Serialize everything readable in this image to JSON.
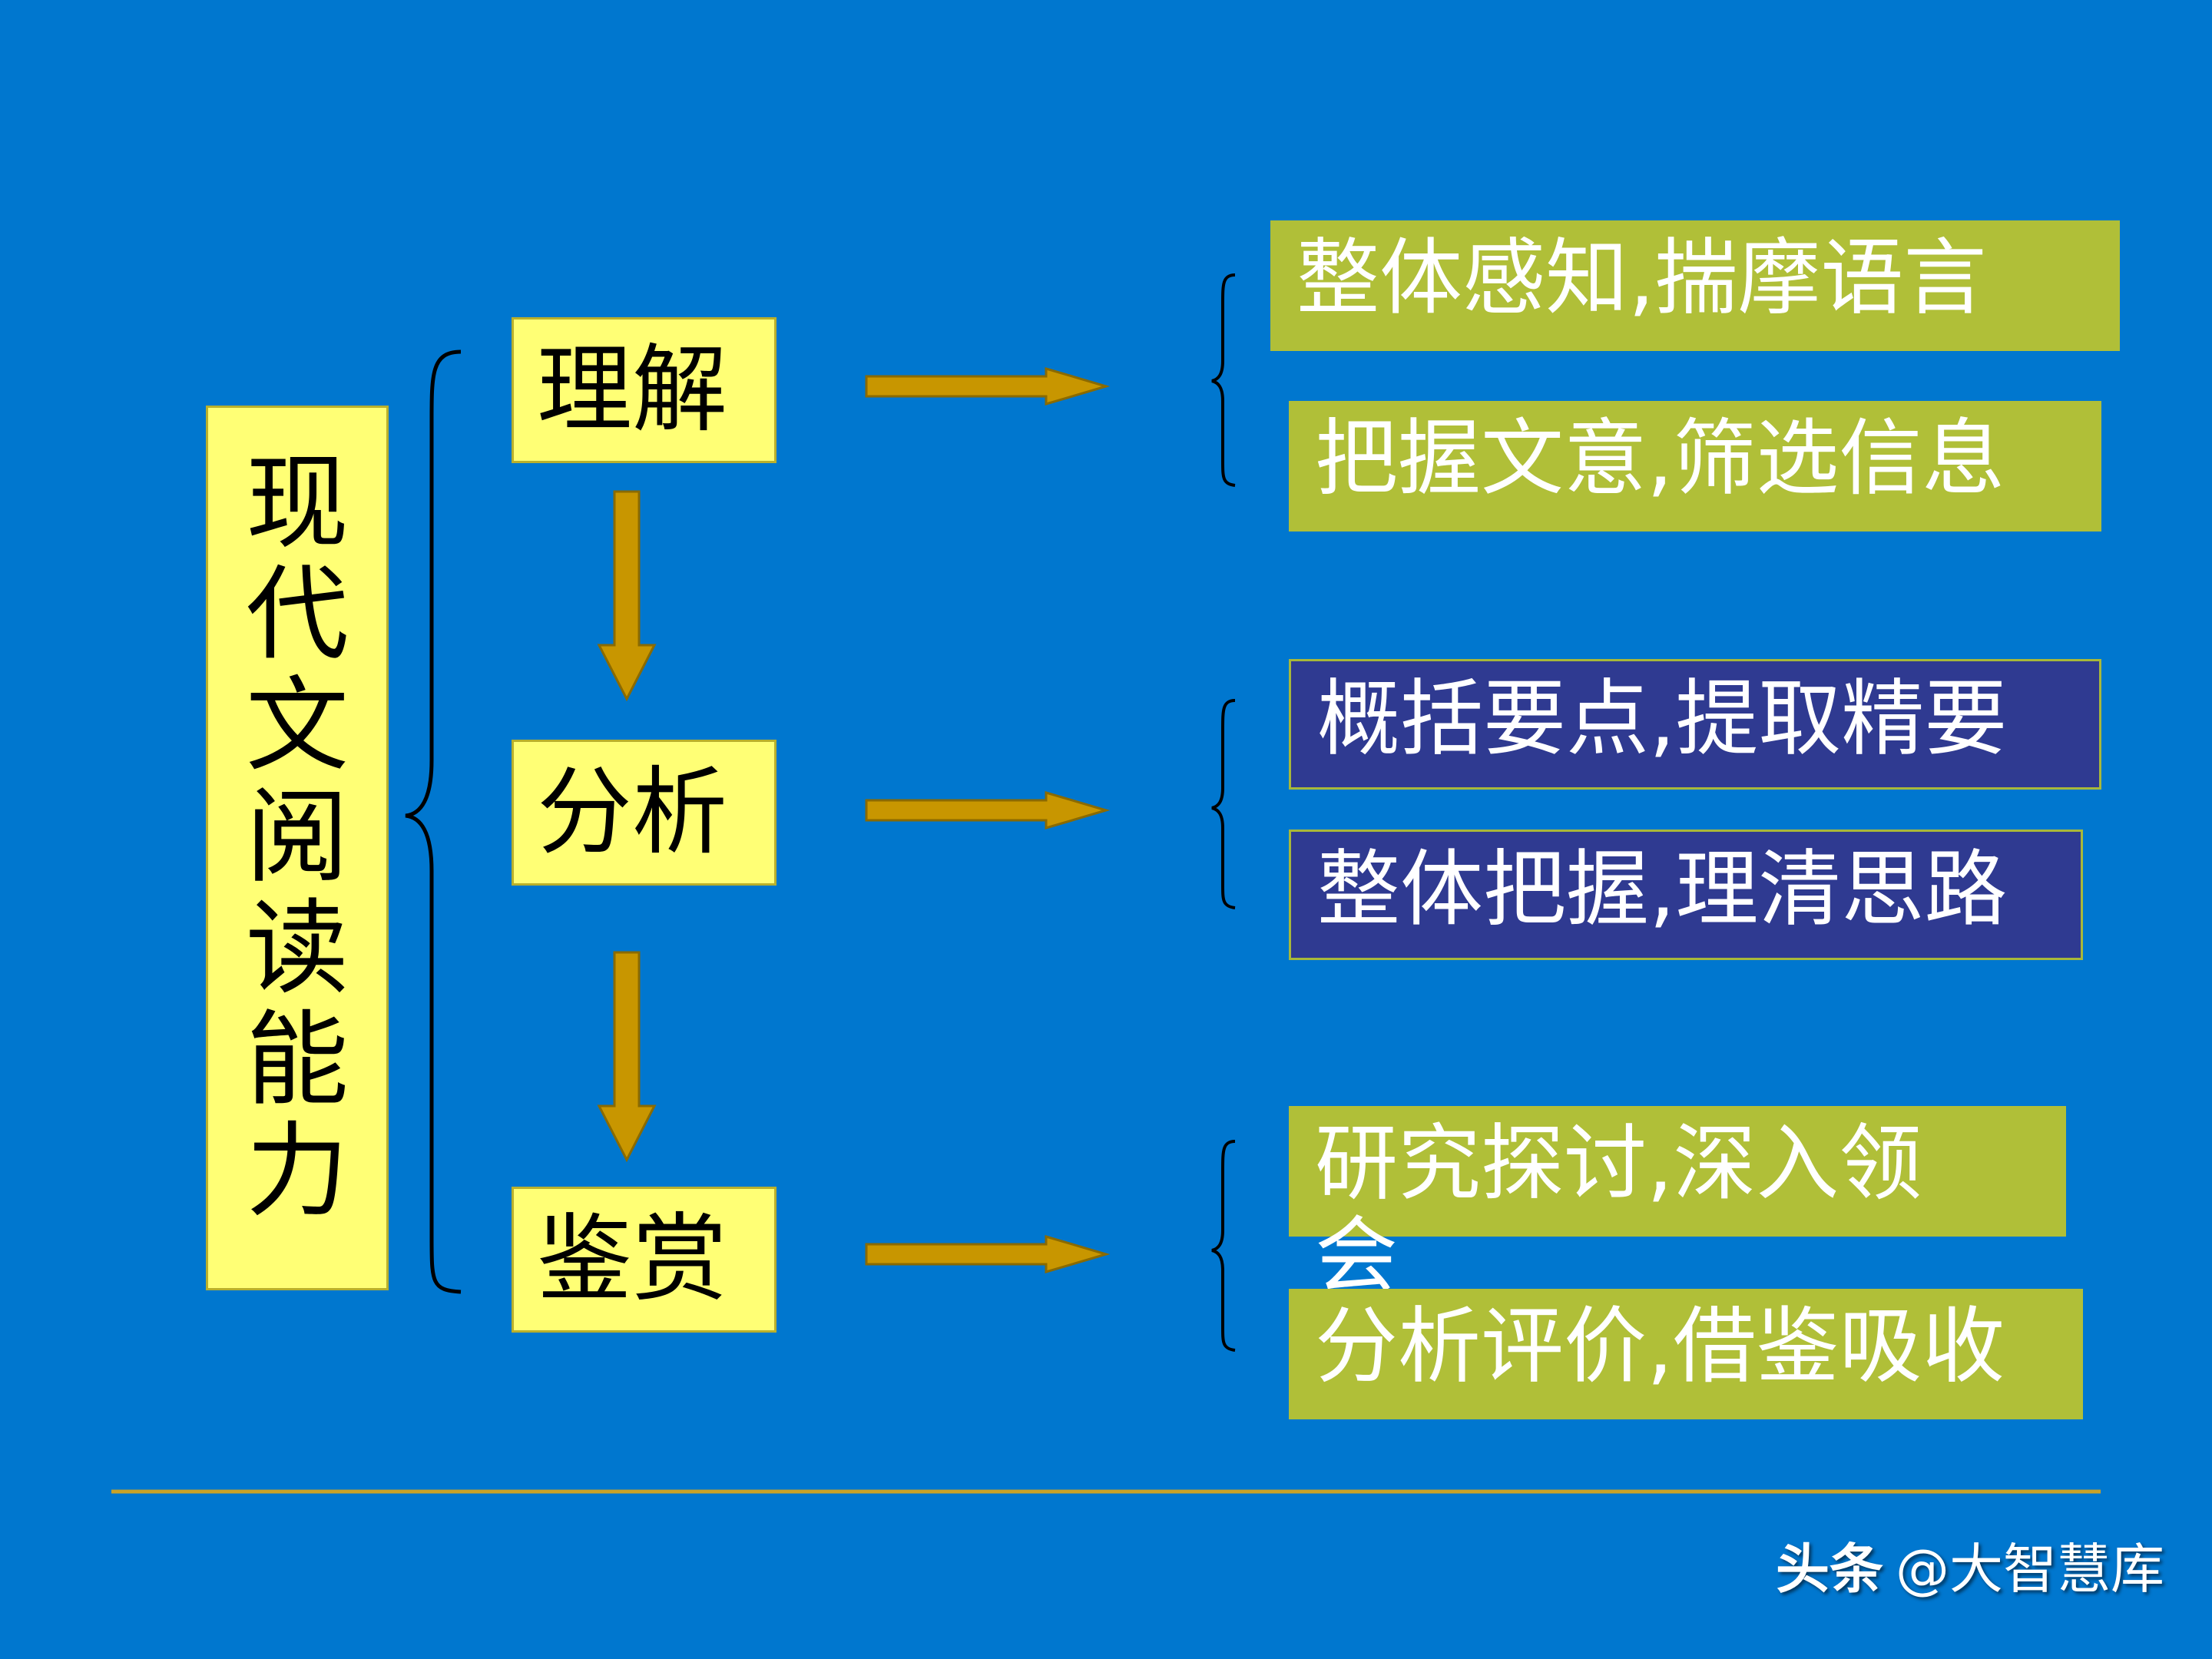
{
  "title": "现代文阅读能力",
  "stages": [
    {
      "label": "理解",
      "items": [
        "整体感知,揣摩语言",
        "把握文意,筛选信息"
      ]
    },
    {
      "label": "分析",
      "items": [
        "概括要点,提取精要",
        "整体把握,理清思路"
      ]
    },
    {
      "label": "鉴赏",
      "items": [
        "研究探讨,深入领会",
        "分析评价,借鉴吸收"
      ]
    }
  ],
  "watermark": {
    "brand": "头条",
    "handle": "@大智慧库"
  },
  "colors": {
    "background": "#0077cf",
    "stage_box": "#ffff75",
    "item_olive": "#b0bf38",
    "item_navy": "#2f3a91",
    "arrow": "#c89600",
    "divider": "#c9a227"
  }
}
